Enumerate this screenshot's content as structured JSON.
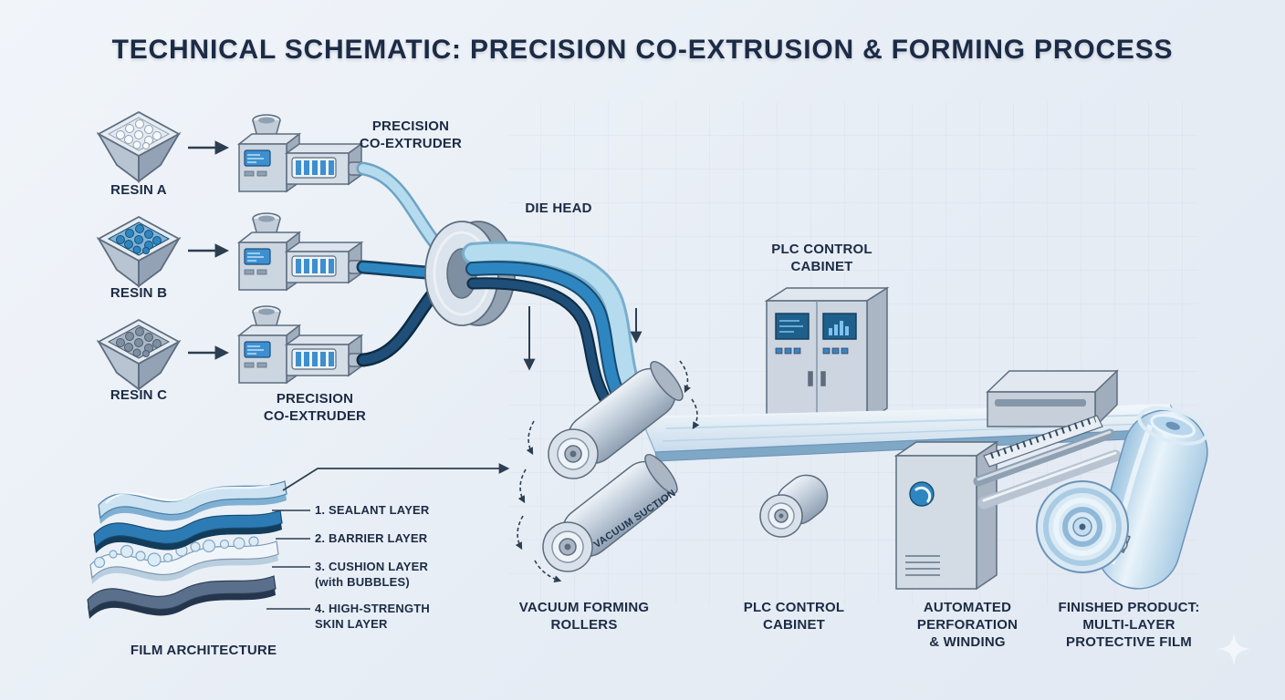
{
  "title": "TECHNICAL SCHEMATIC: PRECISION CO-EXTRUSION & FORMING PROCESS",
  "resin_inputs": [
    {
      "label": "RESIN A"
    },
    {
      "label": "RESIN B"
    },
    {
      "label": "RESIN C"
    }
  ],
  "labels": {
    "co_extruder_top": [
      "PRECISION",
      "CO-EXTRUDER"
    ],
    "co_extruder_bottom": [
      "PRECISION",
      "CO-EXTRUDER"
    ],
    "die_head": "DIE HEAD",
    "plc_cabinet_top": [
      "PLC CONTROL",
      "CABINET"
    ],
    "plc_cabinet_bottom": [
      "PLC CONTROL",
      "CABINET"
    ],
    "vacuum_suction": "VACUUM SUCTION",
    "vacuum_rollers": [
      "VACUUM FORMING",
      "ROLLERS"
    ],
    "perforation_winding": [
      "AUTOMATED",
      "PERFORATION",
      "& WINDING"
    ],
    "finished_product": [
      "FINISHED PRODUCT:",
      "MULTI-LAYER",
      "PROTECTIVE FILM"
    ],
    "film_architecture": "FILM ARCHITECTURE"
  },
  "film_layers": [
    {
      "lines": [
        "1. SEALANT LAYER",
        ""
      ]
    },
    {
      "lines": [
        "2. BARRIER LAYER",
        ""
      ]
    },
    {
      "lines": [
        "3. CUSHION LAYER",
        "(with BUBBLES)"
      ]
    },
    {
      "lines": [
        "4. HIGH-STRENGTH",
        "SKIN LAYER"
      ]
    }
  ],
  "colors": {
    "background": "#e9eef5",
    "ink": "#1c2b45",
    "stream_light": "#b5dcee",
    "stream_medium": "#2e86c1",
    "stream_dark": "#1f4e79",
    "machine_light": "#dde4ed",
    "machine_mid": "#c2cdd9",
    "machine_dark": "#9fadbd"
  }
}
